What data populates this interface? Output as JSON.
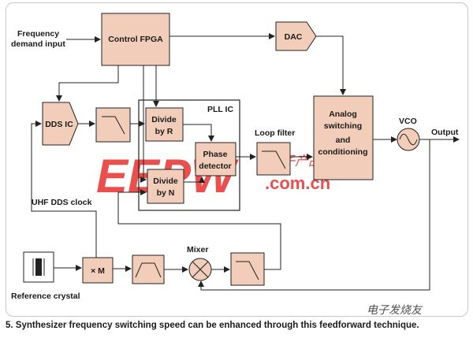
{
  "diagram": {
    "labels": {
      "frequency_input_line1": "Frequency",
      "frequency_input_line2": "demand input",
      "control_fpga": "Control FPGA",
      "dac": "DAC",
      "dds_ic": "DDS IC",
      "pll_ic": "PLL IC",
      "divide_r_line1": "Divide",
      "divide_r_line2": "by R",
      "divide_n_line1": "Divide",
      "divide_n_line2": "by N",
      "phase_detector_line1": "Phase",
      "phase_detector_line2": "detector",
      "loop_filter": "Loop filter",
      "analog_line1": "Analog",
      "analog_line2": "switching",
      "analog_line3": "and",
      "analog_line4": "conditioning",
      "vco": "VCO",
      "output": "Output",
      "uhf_dds_clock": "UHF DDS clock",
      "multiplier": "× M",
      "mixer": "Mixer",
      "reference_crystal": "Reference crystal"
    },
    "watermark": {
      "brand": "EEPW",
      "domain": ".com.cn",
      "cn_text": "电子产品世界",
      "corner_text": "电子发烧友"
    },
    "caption": "5. Synthesizer frequency switching speed can be enhanced through this feedforward technique."
  }
}
